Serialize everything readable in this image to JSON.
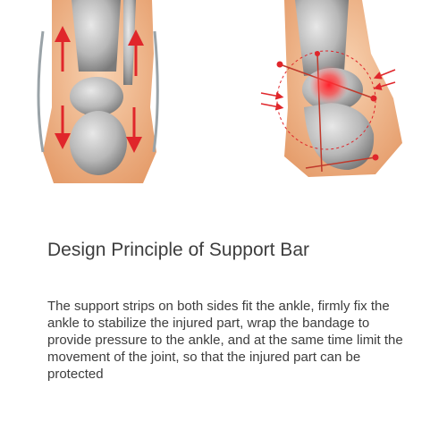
{
  "heading": "Design Principle of Support Bar",
  "description": "The support strips on both sides fit the ankle, firmly fix the ankle to stabilize the injured part, wrap the bandage to provide pressure to the ankle, and at the same time limit the movement of the joint, so that the injured part can be protected",
  "illustrations": {
    "left": "ankle-bones-rear-view-with-side-support-strips",
    "right": "ankle-bones-side-view-with-pressure-point"
  },
  "colors": {
    "skin": "#f0b98f",
    "bone": "#bdbdbd",
    "accent": "#e0262b",
    "text": "#3d3d3d"
  }
}
